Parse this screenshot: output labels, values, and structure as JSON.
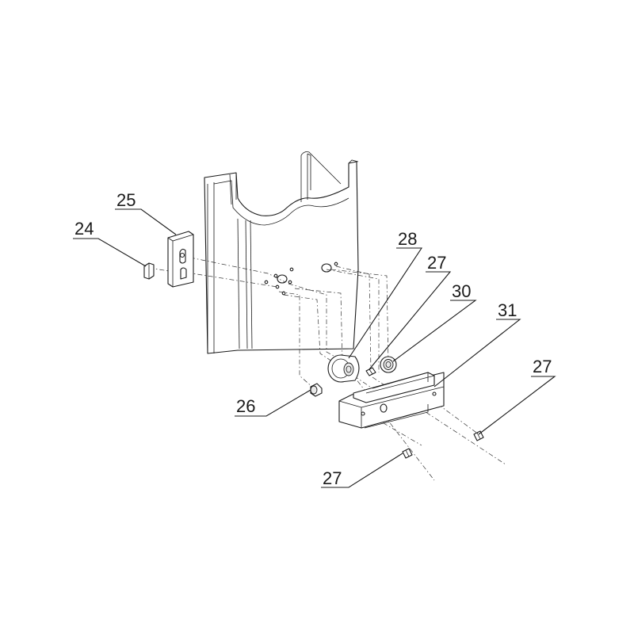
{
  "callouts": [
    {
      "id": "c24",
      "text": "24"
    },
    {
      "id": "c25",
      "text": "25"
    },
    {
      "id": "c26",
      "text": "26"
    },
    {
      "id": "c27a",
      "text": "27"
    },
    {
      "id": "c27b",
      "text": "27"
    },
    {
      "id": "c27c",
      "text": "27"
    },
    {
      "id": "c28",
      "text": "28"
    },
    {
      "id": "c30",
      "text": "30"
    },
    {
      "id": "c31",
      "text": "31"
    }
  ]
}
